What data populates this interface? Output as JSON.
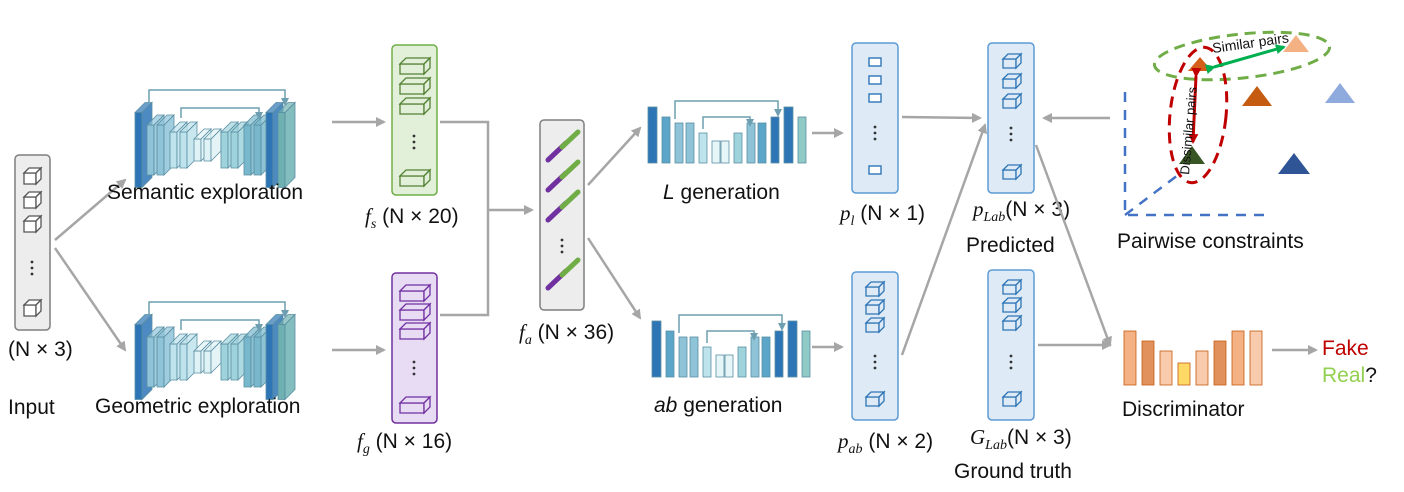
{
  "input": {
    "label": "Input",
    "dim": "(N × 3)"
  },
  "branches": {
    "semantic": {
      "label": "Semantic exploration"
    },
    "geometric": {
      "label": "Geometric exploration"
    }
  },
  "features": {
    "fs": {
      "symbol": "f",
      "sub": "s",
      "dim": " (N × 20)"
    },
    "fg": {
      "symbol": "f",
      "sub": "g",
      "dim": " (N × 16)"
    },
    "fa": {
      "symbol": "f",
      "sub": "a",
      "dim": " (N × 36)"
    }
  },
  "generators": {
    "L": {
      "italic": "L",
      "text": " generation"
    },
    "ab": {
      "italic": "ab",
      "text": " generation"
    }
  },
  "outputs": {
    "pl": {
      "symbol": "p",
      "sub": "l",
      "dim": " (N × 1)"
    },
    "pab": {
      "symbol": "p",
      "sub": "ab",
      "dim": " (N × 2)"
    },
    "plab": {
      "symbol": "p",
      "sub": "Lab",
      "dim": "(N × 3)"
    },
    "glab": {
      "symbol": "G",
      "sub": "Lab",
      "dim": "(N × 3)"
    },
    "predicted": "Predicted",
    "ground_truth": "Ground truth"
  },
  "pairwise": {
    "label": "Pairwise constraints",
    "similar": "Similar  pairs",
    "dissimilar": "Dissimilar pairs"
  },
  "discriminator": {
    "label": "Discriminator",
    "fake": "Fake",
    "real": "Real",
    "question": "?"
  },
  "colors": {
    "arrow": "#a6a6a6",
    "fs_fill": "#e2efd9",
    "fs_stroke": "#70ad47",
    "fg_fill": "#e8dcf5",
    "fg_stroke": "#7030a0",
    "fa_fill": "#ededed",
    "box_blue_fill": "#deebf7",
    "box_blue_stroke": "#5b9bd5",
    "fake": "#c00000",
    "real": "#92d050",
    "similar_arrow": "#00b050",
    "dissimilar_arrow": "#c00000"
  },
  "icons": [
    "cube-icon",
    "rectangle-icon",
    "triangle-icon",
    "network-block-icon"
  ]
}
